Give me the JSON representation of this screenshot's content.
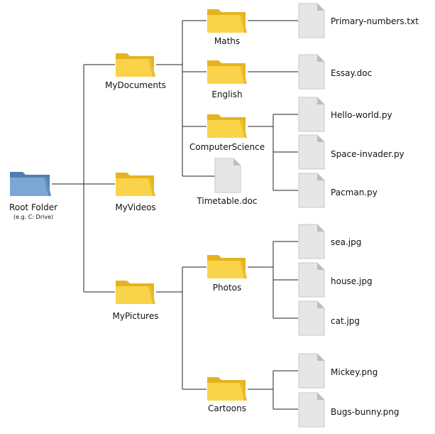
{
  "root": {
    "label": "Root Folder",
    "sublabel": "(e.g. C: Drive)"
  },
  "folders": {
    "mydocuments": "MyDocuments",
    "myvideos": "MyVideos",
    "mypictures": "MyPictures",
    "maths": "Maths",
    "english": "English",
    "computerscience": "ComputerScience",
    "photos": "Photos",
    "cartoons": "Cartoons"
  },
  "files": {
    "primary_numbers": "Primary-numbers.txt",
    "essay": "Essay.doc",
    "hello_world": "Hello-world.py",
    "space_invader": "Space-invader.py",
    "pacman": "Pacman.py",
    "timetable": "Timetable.doc",
    "sea": "sea.jpg",
    "house": "house.jpg",
    "cat": "cat.jpg",
    "mickey": "Mickey.png",
    "bugs_bunny": "Bugs-bunny.png"
  },
  "colors": {
    "folder_yellow": "#f9d34a",
    "folder_yellow_dark": "#e5b320",
    "root_folder_blue": "#7ba7d4",
    "root_folder_blue_dark": "#4f7fb0",
    "connector": "#222222",
    "file_page": "#e6e6e6"
  },
  "icons": {
    "folder": "folder-icon",
    "file": "file-icon"
  }
}
